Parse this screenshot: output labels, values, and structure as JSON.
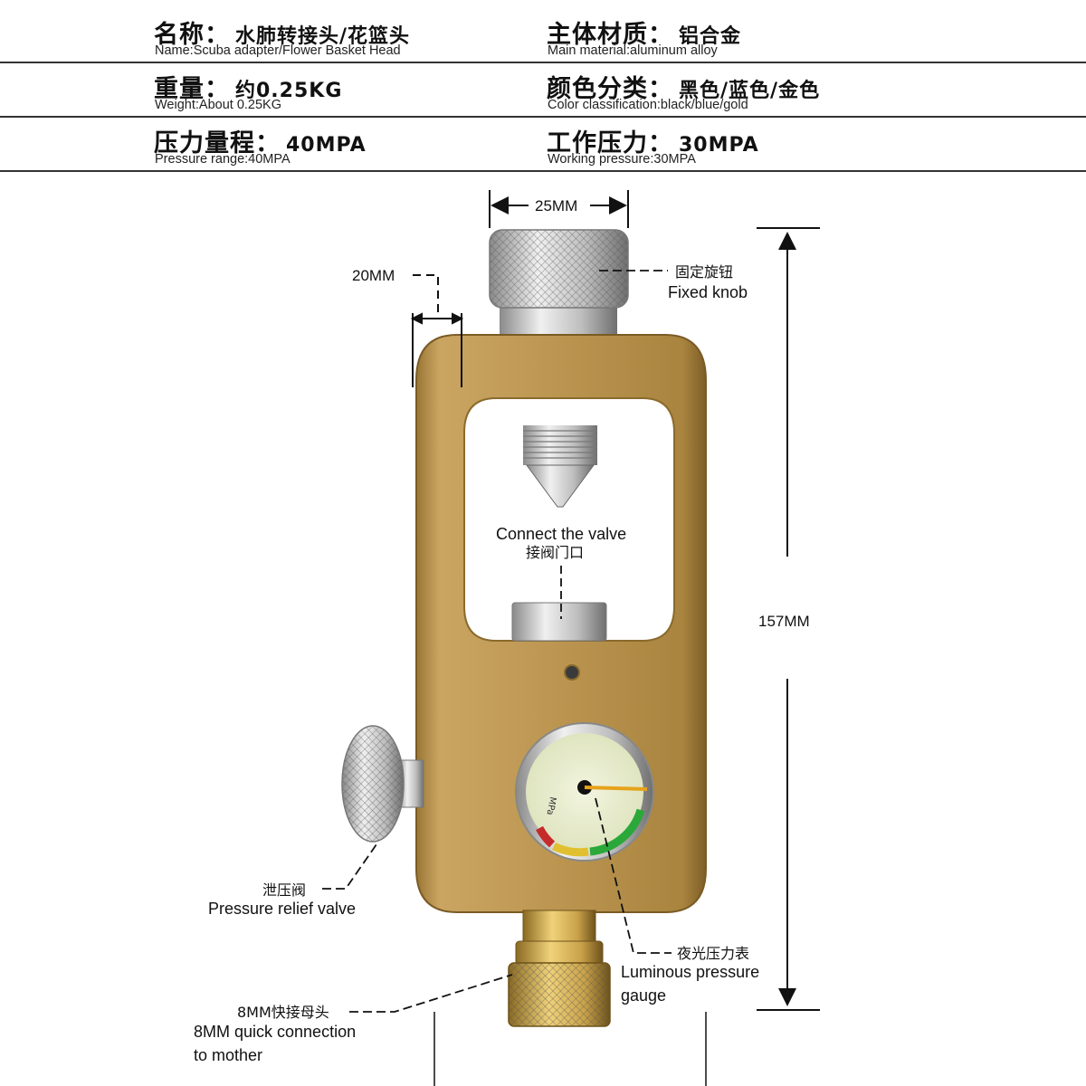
{
  "specs": [
    {
      "left": {
        "key": "名称：",
        "value": "水肺转接头/花篮头",
        "en": "Name:Scuba adapter/Flower Basket Head"
      },
      "right": {
        "key": "主体材质：",
        "value": "铝合金",
        "en": "Main material:aluminum alloy"
      }
    },
    {
      "left": {
        "key": "重量：",
        "value": "约0.25KG",
        "en": "Weight:About 0.25KG"
      },
      "right": {
        "key": "颜色分类：",
        "value": "黑色/蓝色/金色",
        "en": "Color classification:black/blue/gold"
      }
    },
    {
      "left": {
        "key": "压力量程：",
        "value": "40MPA",
        "en": "Pressure range:40MPA"
      },
      "right": {
        "key": "工作压力：",
        "value": "30MPA",
        "en": "Working pressure:30MPA"
      }
    }
  ],
  "dimensions": {
    "width_top": "25MM",
    "thickness": "20MM",
    "height": "157MM"
  },
  "callouts": {
    "fixed_knob": {
      "cn": "固定旋钮",
      "en": "Fixed knob"
    },
    "connect_valve": {
      "en": "Connect the valve",
      "cn": "接阀门口"
    },
    "relief_valve": {
      "cn": "泄压阀",
      "en": "Pressure relief valve"
    },
    "gauge": {
      "cn": "夜光压力表",
      "en_line1": "Luminous pressure",
      "en_line2": "gauge"
    },
    "quick_connect": {
      "cn": "8MM快接母头",
      "en_line1": "8MM quick connection",
      "en_line2": "to mother"
    }
  },
  "colors": {
    "body_gold": "#b8924a",
    "brass": "#c9a24a",
    "steel": "#c8c8c8"
  }
}
